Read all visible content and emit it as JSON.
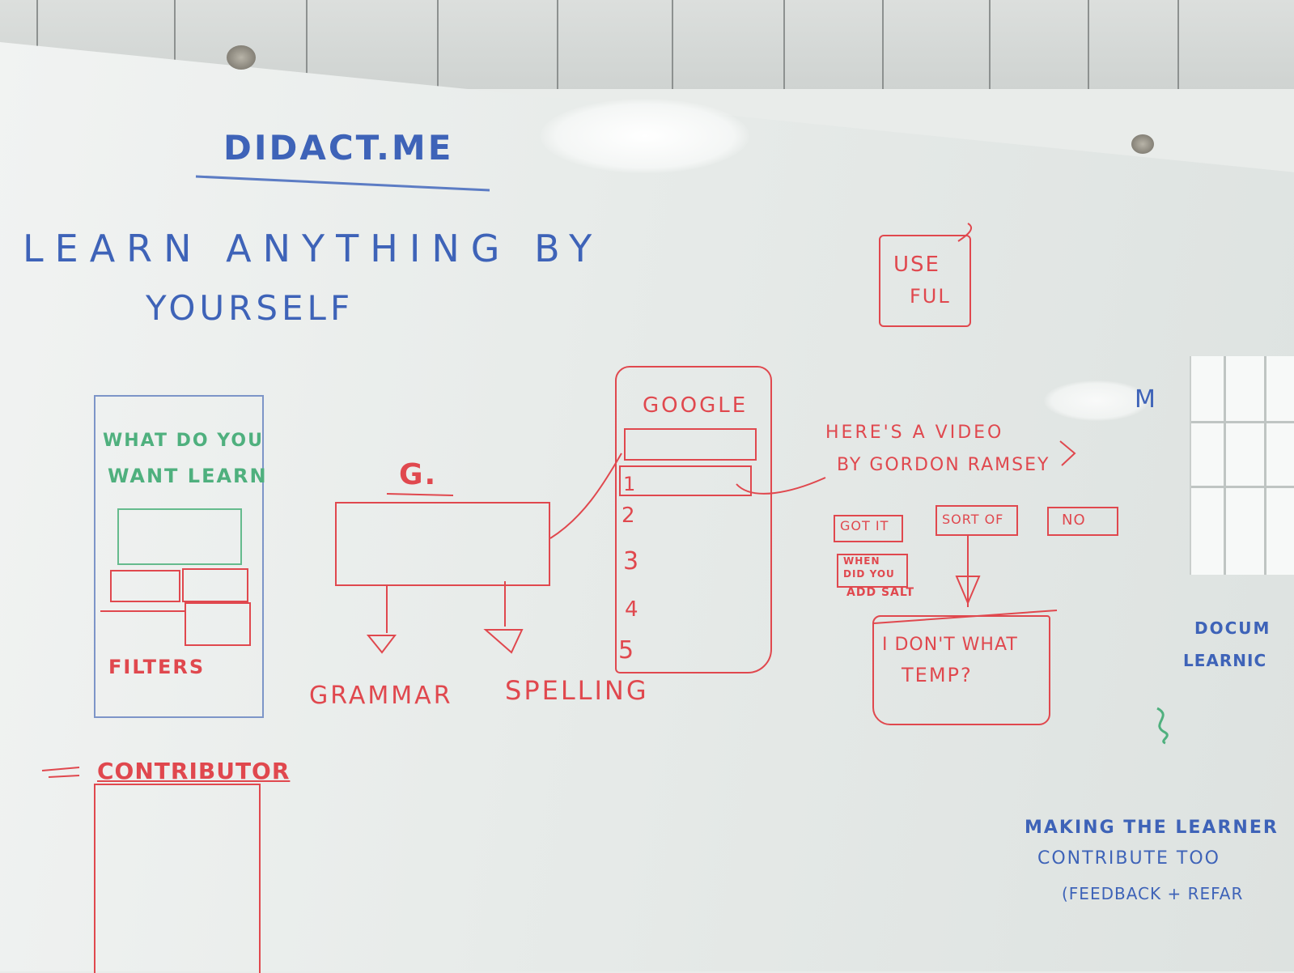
{
  "title": "DIDACT.ME",
  "tagline": [
    "LEARN ANYTHING BY",
    "YOURSELF"
  ],
  "left_sketch": {
    "prompt": [
      "WHAT DO YOU",
      "WANT LEARN"
    ],
    "filters_label": "FILTERS"
  },
  "contributor_label": "CONTRIBUTOR",
  "search_sketch": {
    "logo": "G.",
    "branches": [
      "GRAMMAR",
      "SPELLING"
    ]
  },
  "results_sketch": {
    "header": "GOOGLE",
    "items": [
      "1",
      "2",
      "3",
      "4",
      "5"
    ]
  },
  "useful_note": [
    "USE",
    "FUL"
  ],
  "video_sketch": {
    "caption": [
      "HERE'S A VIDEO",
      "BY GORDON RAMSEY"
    ],
    "choices": [
      "GOT IT",
      "SORT OF",
      "NO"
    ],
    "followup": [
      "WHEN",
      "DID YOU",
      "ADD SALT"
    ],
    "question": [
      "I DON'T WHAT",
      "TEMP?"
    ]
  },
  "right_notes": {
    "m_label": "M",
    "doc_lines": [
      "DOCUM",
      "LEARNIC"
    ],
    "making_lines": [
      "MAKING THE LEARNER",
      "CONTRIBUTE TOO",
      "(FEEDBACK + REFAR"
    ]
  },
  "colors": {
    "blue_marker": "#3e63b8",
    "red_marker": "#e0484e",
    "green_marker": "#4fb07e",
    "board": "#e9ecea"
  }
}
